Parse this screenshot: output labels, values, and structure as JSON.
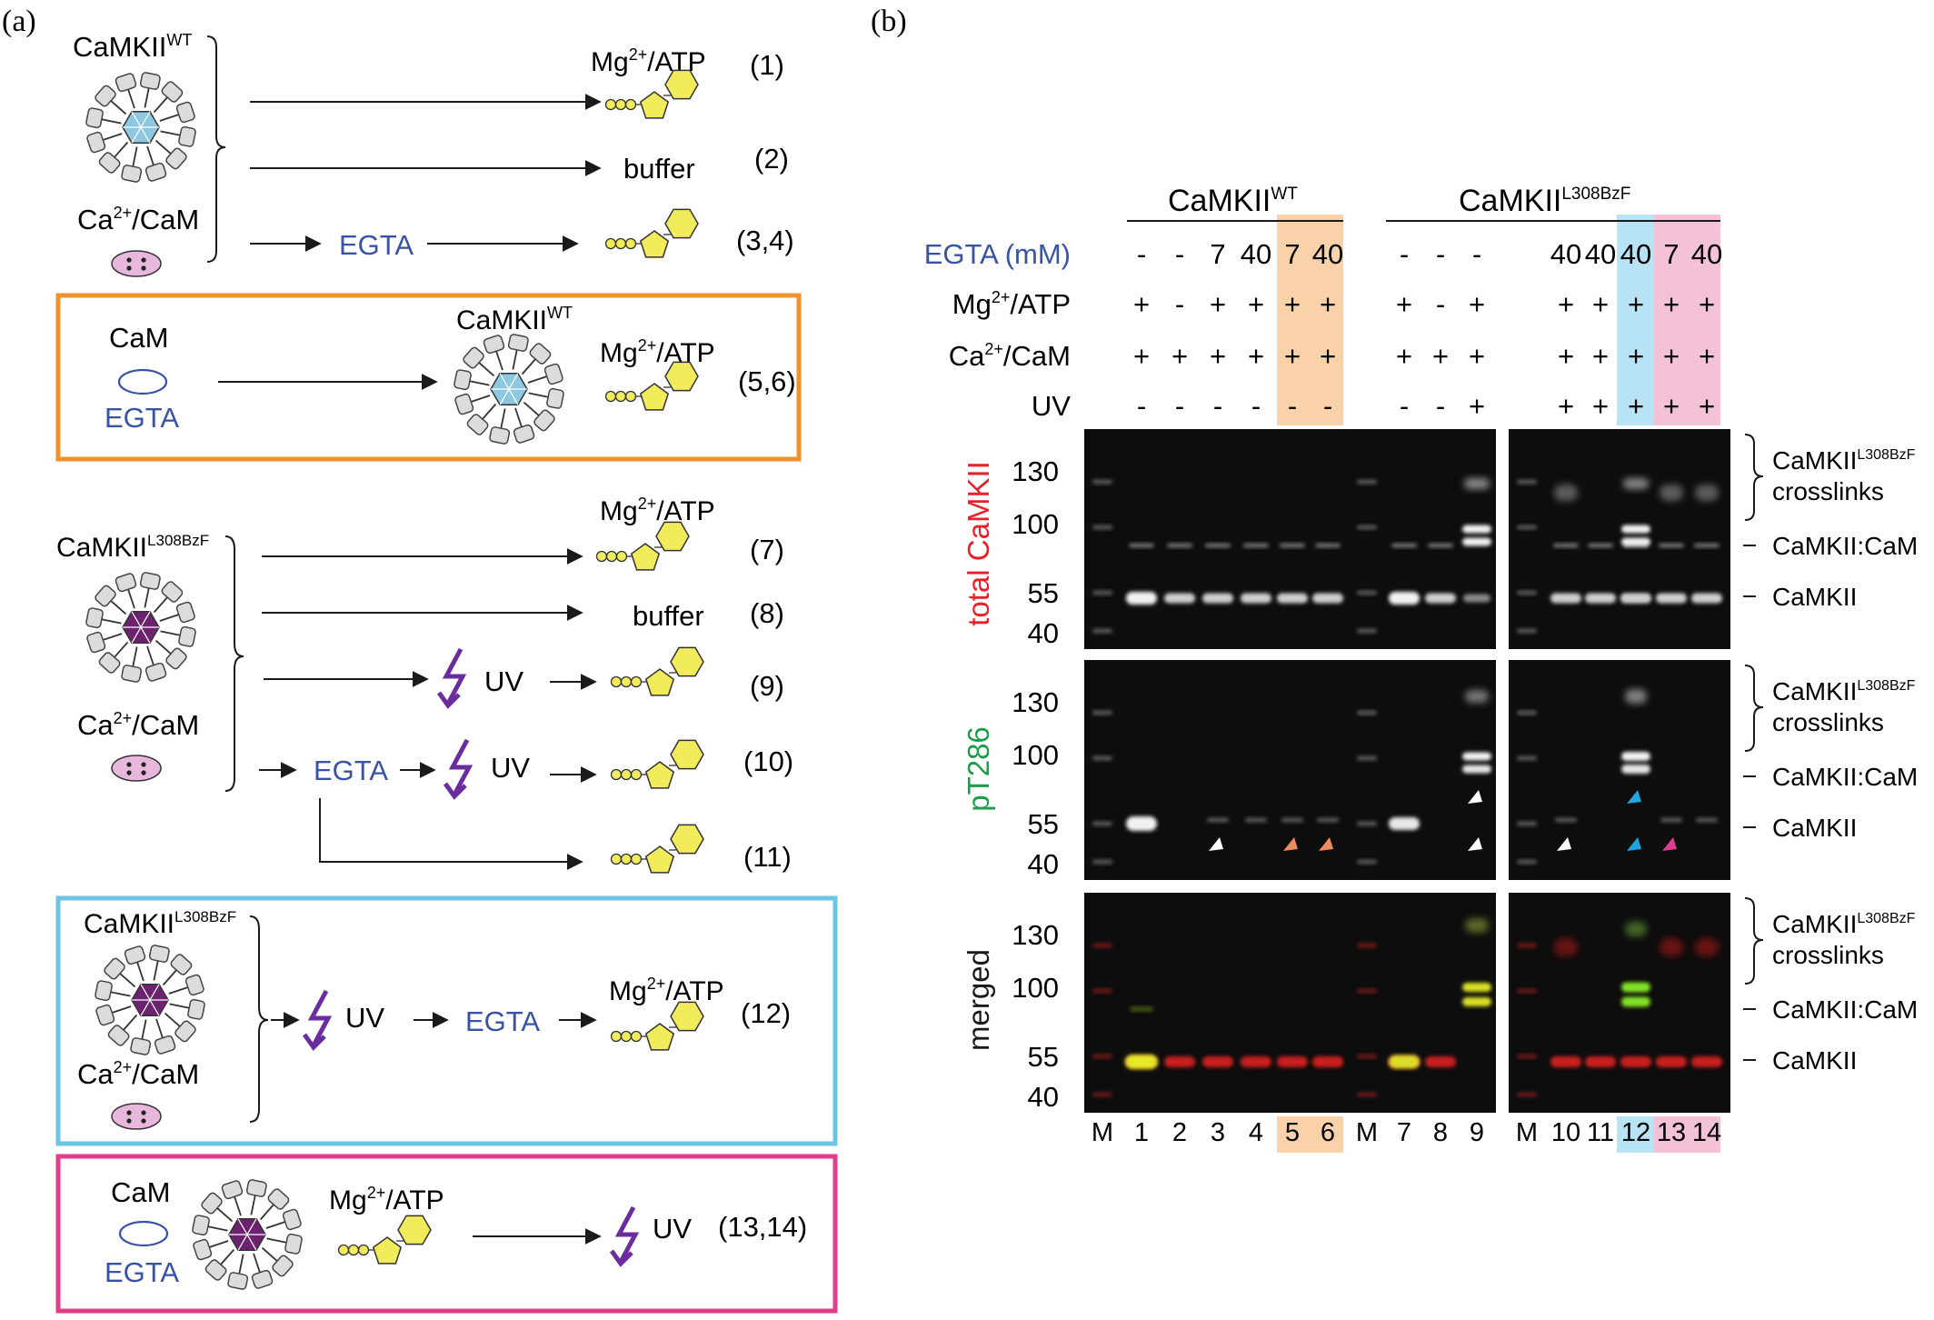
{
  "panel_labels": {
    "a": "(a)",
    "b": "(b)"
  },
  "panel_a": {
    "camkii_wt": "CaMKII",
    "wt_sup": "WT",
    "camkii_mut": "CaMKII",
    "mut_sup": "L308BzF",
    "ca": "Ca",
    "ca_sup": "2+",
    "cam_suffix": "/CaM",
    "cam": "CaM",
    "egta": "EGTA",
    "buffer": "buffer",
    "uv": "UV",
    "mg": "Mg",
    "mg_sup": "2+",
    "atp_suffix": "/ATP",
    "cond": [
      "(1)",
      "(2)",
      "(3,4)",
      "(5,6)",
      "(7)",
      "(8)",
      "(9)",
      "(10)",
      "(11)",
      "(12)",
      "(13,14)"
    ]
  },
  "panel_b": {
    "group_wt": "CaMKII",
    "group_wt_sup": "WT",
    "group_mut": "CaMKII",
    "group_mut_sup": "L308BzF",
    "row_labels": {
      "egta": "EGTA (mM)",
      "mg": "Mg",
      "mg_sup": "2+",
      "mg_suffix": "/ATP",
      "ca": "Ca",
      "ca_sup": "2+",
      "ca_suffix": "/CaM",
      "uv": "UV"
    },
    "lanes": [
      "M",
      "1",
      "2",
      "3",
      "4",
      "5",
      "6",
      "M",
      "7",
      "8",
      "9",
      "M",
      "10",
      "11",
      "12",
      "13",
      "14"
    ],
    "egta": [
      "",
      "-",
      "-",
      "7",
      "40",
      "7",
      "40",
      "",
      "-",
      "-",
      "-",
      "",
      "40",
      "40",
      "40",
      "7",
      "40"
    ],
    "mg": [
      "",
      "+",
      "-",
      "+",
      "+",
      "+",
      "+",
      "",
      "+",
      "-",
      "+",
      "",
      "+",
      "+",
      "+",
      "+",
      "+"
    ],
    "ca": [
      "",
      "+",
      "+",
      "+",
      "+",
      "+",
      "+",
      "",
      "+",
      "+",
      "+",
      "",
      "+",
      "+",
      "+",
      "+",
      "+"
    ],
    "uv": [
      "",
      "-",
      "-",
      "-",
      "-",
      "-",
      "-",
      "",
      "-",
      "-",
      "+",
      "",
      "+",
      "+",
      "+",
      "+",
      "+"
    ],
    "blot_labels": {
      "total_prefix": "total ",
      "total_red": "CaMKII",
      "pt286": "pT286",
      "merged": "merged"
    },
    "mw": [
      "130",
      "100",
      "55",
      "40"
    ],
    "right_labels": {
      "crosslinks_1": "CaMKII",
      "crosslinks_sup": "L308BzF",
      "crosslinks_2": "crosslinks",
      "complex": "CaMKII:CaM",
      "monomer": "CaMKII"
    }
  },
  "colors": {
    "orange_box": "#f0922c",
    "blue_box": "#6cc3e3",
    "magenta_box": "#e03d8c",
    "orange_hl": "#f9d2aa",
    "blue_hl": "#b7e3f4",
    "pink_hl": "#f4c2d6",
    "egta_blue": "#3953a4",
    "uv_purple": "#6b2d9e",
    "atp_yellow": "#f2ec5c",
    "total_red": "#e8202a",
    "pt286_green": "#1a9e4a"
  }
}
